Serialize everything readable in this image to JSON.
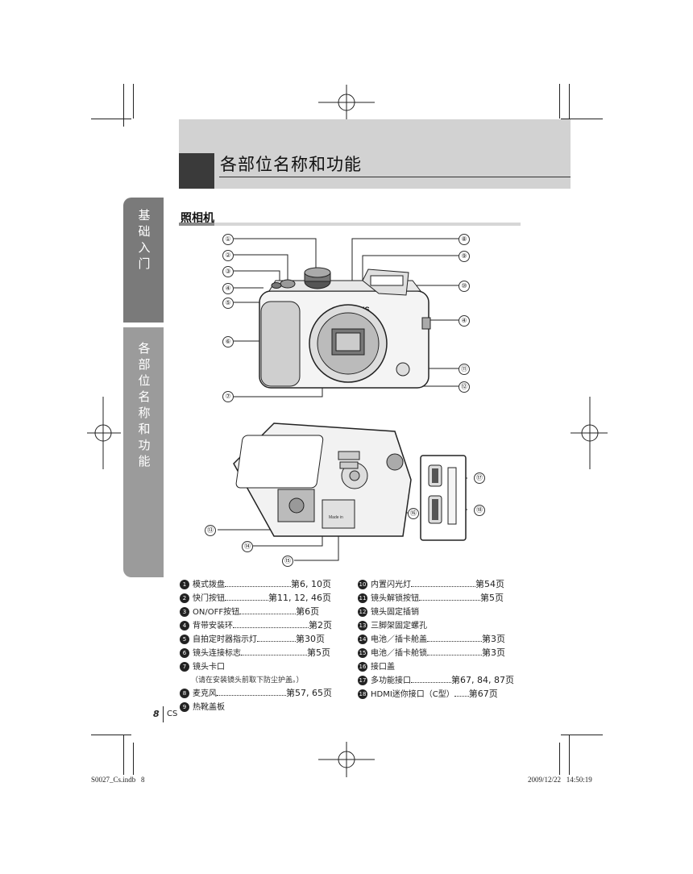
{
  "header": {
    "title": "各部位名称和功能"
  },
  "side_tabs": [
    {
      "label": "基础入门"
    },
    {
      "label": "各部位名称和功能"
    }
  ],
  "section": {
    "title": "照相机"
  },
  "camera": {
    "brand": "OLYMPUS",
    "bottom_label": "Made in"
  },
  "callouts": [
    "①",
    "②",
    "③",
    "④",
    "⑤",
    "⑥",
    "⑦",
    "⑧",
    "⑨",
    "⑩",
    "④",
    "⑪",
    "⑫",
    "⑬",
    "⑭",
    "⑮",
    "⑯",
    "⑰",
    "⑱"
  ],
  "parts_left": [
    {
      "num": "1",
      "name": "模式拨盘",
      "page": "第6, 10页"
    },
    {
      "num": "2",
      "name": "快门按钮",
      "page": "第11, 12, 46页"
    },
    {
      "num": "3",
      "name": "ON/OFF按钮",
      "page": "第6页"
    },
    {
      "num": "4",
      "name": "背带安装环",
      "page": "第2页"
    },
    {
      "num": "5",
      "name": "自拍定时器指示灯",
      "page": "第30页"
    },
    {
      "num": "6",
      "name": "镜头连接标志",
      "page": "第5页"
    },
    {
      "num": "7",
      "name": "镜头卡口",
      "page": "",
      "note": "（请在安装镜头前取下防尘护盖。）"
    },
    {
      "num": "8",
      "name": "麦克风",
      "page": "第57, 65页"
    },
    {
      "num": "9",
      "name": "热靴盖板",
      "page": ""
    }
  ],
  "parts_right": [
    {
      "num": "10",
      "name": "内置闪光灯",
      "page": "第54页"
    },
    {
      "num": "11",
      "name": "镜头解锁按钮",
      "page": "第5页"
    },
    {
      "num": "12",
      "name": "镜头固定插销",
      "page": ""
    },
    {
      "num": "13",
      "name": "三脚架固定螺孔",
      "page": ""
    },
    {
      "num": "14",
      "name": "电池／插卡舱盖",
      "page": "第3页"
    },
    {
      "num": "15",
      "name": "电池／插卡舱锁",
      "page": "第3页"
    },
    {
      "num": "16",
      "name": "接口盖",
      "page": ""
    },
    {
      "num": "17",
      "name": "多功能接口",
      "page": "第67, 84, 87页"
    },
    {
      "num": "18",
      "name": "HDMI迷你接口（C型）",
      "page": "第67页"
    }
  ],
  "footer": {
    "page_num": "8",
    "lang": "CS",
    "file": "S0027_Cs.indb   8",
    "timestamp": "2009/12/22   14:50:19"
  }
}
